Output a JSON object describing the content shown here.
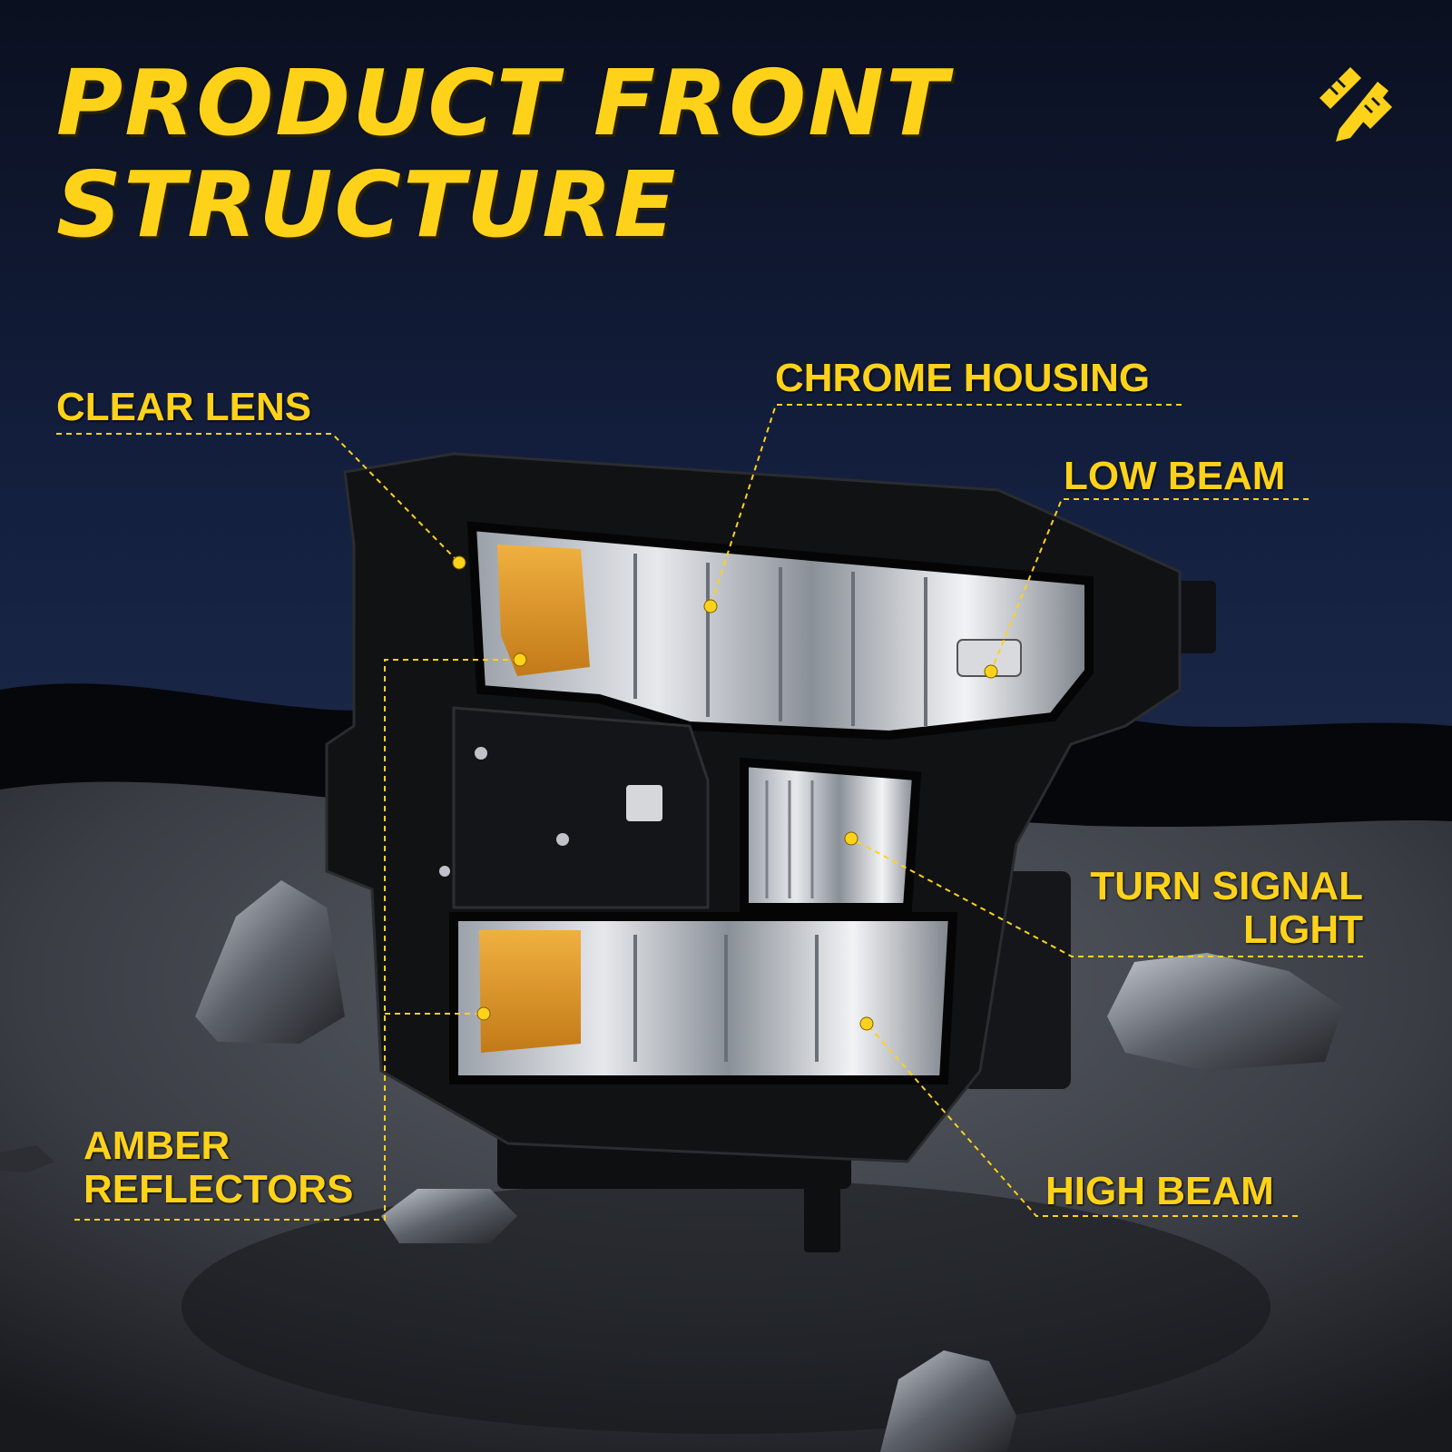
{
  "title": {
    "line1": "PRODUCT FRONT",
    "line2": "STRUCTURE"
  },
  "callouts": {
    "clear_lens": "CLEAR LENS",
    "chrome_housing": "CHROME HOUSING",
    "low_beam": "LOW BEAM",
    "turn_signal_line1": "TURN SIGNAL",
    "turn_signal_line2": "LIGHT",
    "amber_line1": "AMBER",
    "amber_line2": "REFLECTORS",
    "high_beam": "HIGH BEAM"
  },
  "icon": "ruler-pencil-icon",
  "colors": {
    "accent": "#ffd21a",
    "background": "#111a33",
    "housing": "#111214",
    "amber": "#e09a28"
  }
}
